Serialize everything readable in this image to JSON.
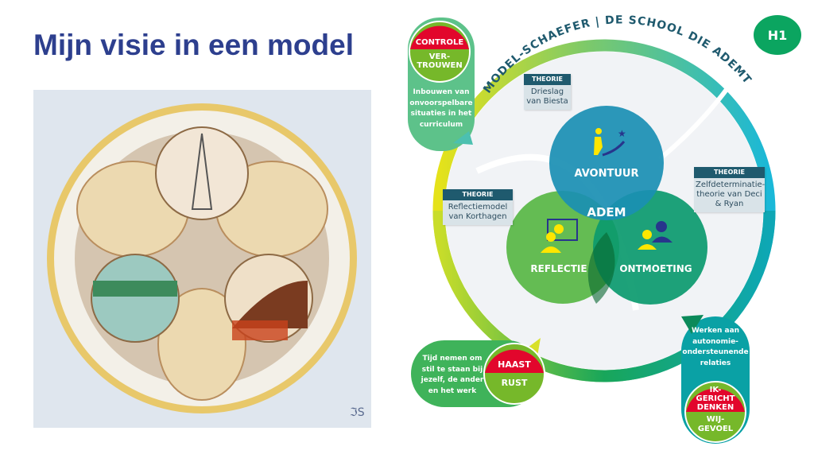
{
  "title": "Mijn visie in een model",
  "painting": {
    "monogram": "JS"
  },
  "model": {
    "arc_title": "MODEL-SCHAEFER | DE SCHOOL DIE ADEMT",
    "badge": "H1",
    "center": "ADEM",
    "circles": [
      {
        "label": "AVONTUUR",
        "color": "#1a8fb3"
      },
      {
        "label": "REFLECTIE",
        "color": "#5cb84a"
      },
      {
        "label": "ONTMOETING",
        "color": "#0b9a6e"
      }
    ],
    "theories": [
      {
        "header": "THEORIE",
        "body": "Drieslag van Biesta"
      },
      {
        "header": "THEORIE",
        "body": "Reflectiemodel van Korthagen"
      },
      {
        "header": "THEORIE",
        "body": "Zelfdeterminatie-theorie van Deci & Ryan"
      }
    ],
    "callouts": [
      {
        "top": "CONTROLE",
        "bottom": "VER-\nTROUWEN",
        "text": "Inbouwen van onvoorspelbare situaties in het curriculum"
      },
      {
        "top": "HAAST",
        "bottom": "RUST",
        "text": "Tijd nemen om stil te staan bij jezelf, de ander en het werk"
      },
      {
        "top": "IK-GERICHT DENKEN",
        "bottom": "WIJ-GEVOEL",
        "text": "Werken aan autonomie-ondersteunende relaties"
      }
    ],
    "colors": {
      "red": "#e2062c",
      "green": "#76b82a",
      "navy": "#1f5a6e"
    }
  }
}
